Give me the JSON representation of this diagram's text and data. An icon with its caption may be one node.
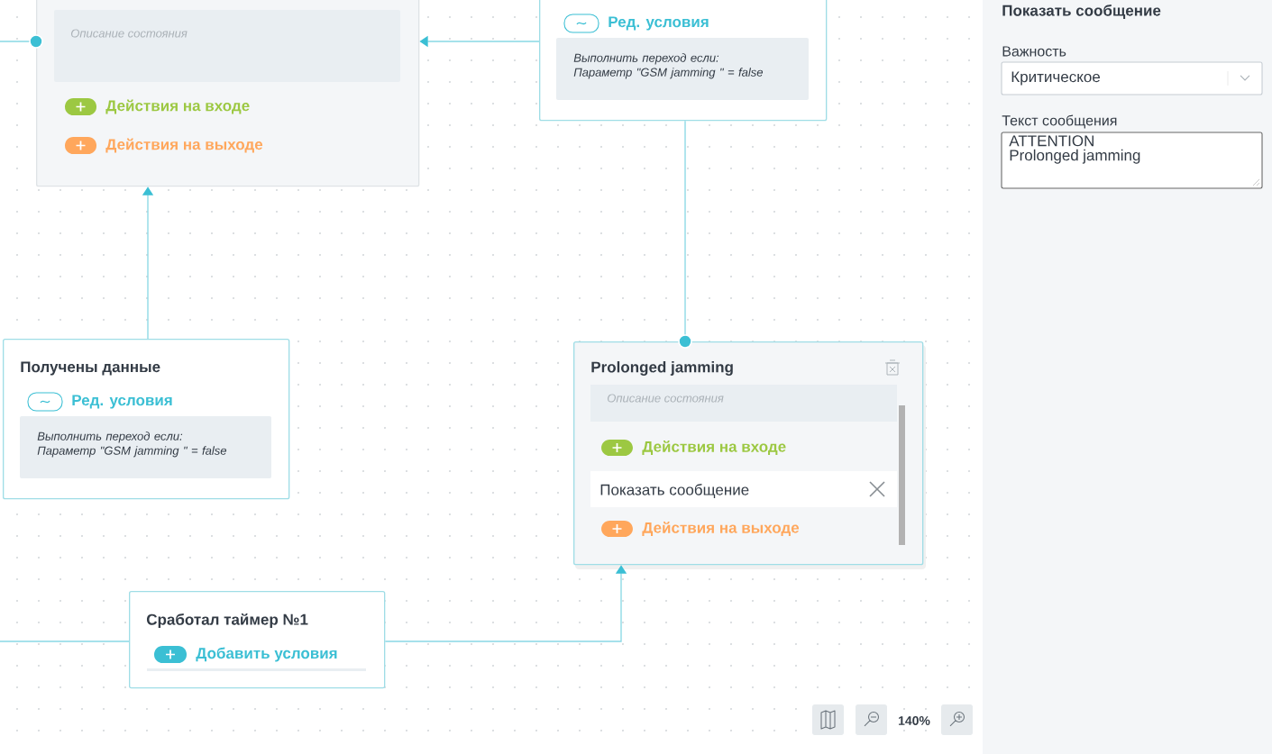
{
  "diagram": {
    "nodes": [
      {
        "text": [
          "Описание состояния",
          "Действия на входе",
          "Действия на выходе"
        ]
      },
      {
        "text": [
          "Ред. условия",
          "Выполнить переход если: Параметр \"GSM jamming \" = false"
        ]
      },
      {
        "text": [
          "Получены данные",
          "Ред. условия",
          "Выполнить переход если: Параметр \"GSM jamming \" = false"
        ]
      },
      {
        "text": [
          "Prolonged jamming",
          "Описание состояния",
          "Действия на входе",
          "Показать сообщение",
          "Действия на выходе"
        ]
      },
      {
        "text": [
          "Сработал таймер №1",
          "Добавить условия"
        ]
      }
    ],
    "edges": [
      {
        "from": 0,
        "to": null,
        "arrow": "other"
      },
      {
        "from": 1,
        "to": 0,
        "arrow": "to"
      },
      {
        "from": 3,
        "to": 1,
        "arrow": "other"
      },
      {
        "from": 2,
        "to": 0,
        "arrow": "to"
      },
      {
        "from": 4,
        "to": 3,
        "arrow": "to"
      },
      {
        "from": null,
        "to": 4,
        "arrow": "none"
      }
    ],
    "labels": [
      "Показать сообщение",
      "Важность",
      "Критическое",
      "Текст сообщения",
      "ATTENTION Prolonged jamming",
      "140%"
    ]
  }
}
